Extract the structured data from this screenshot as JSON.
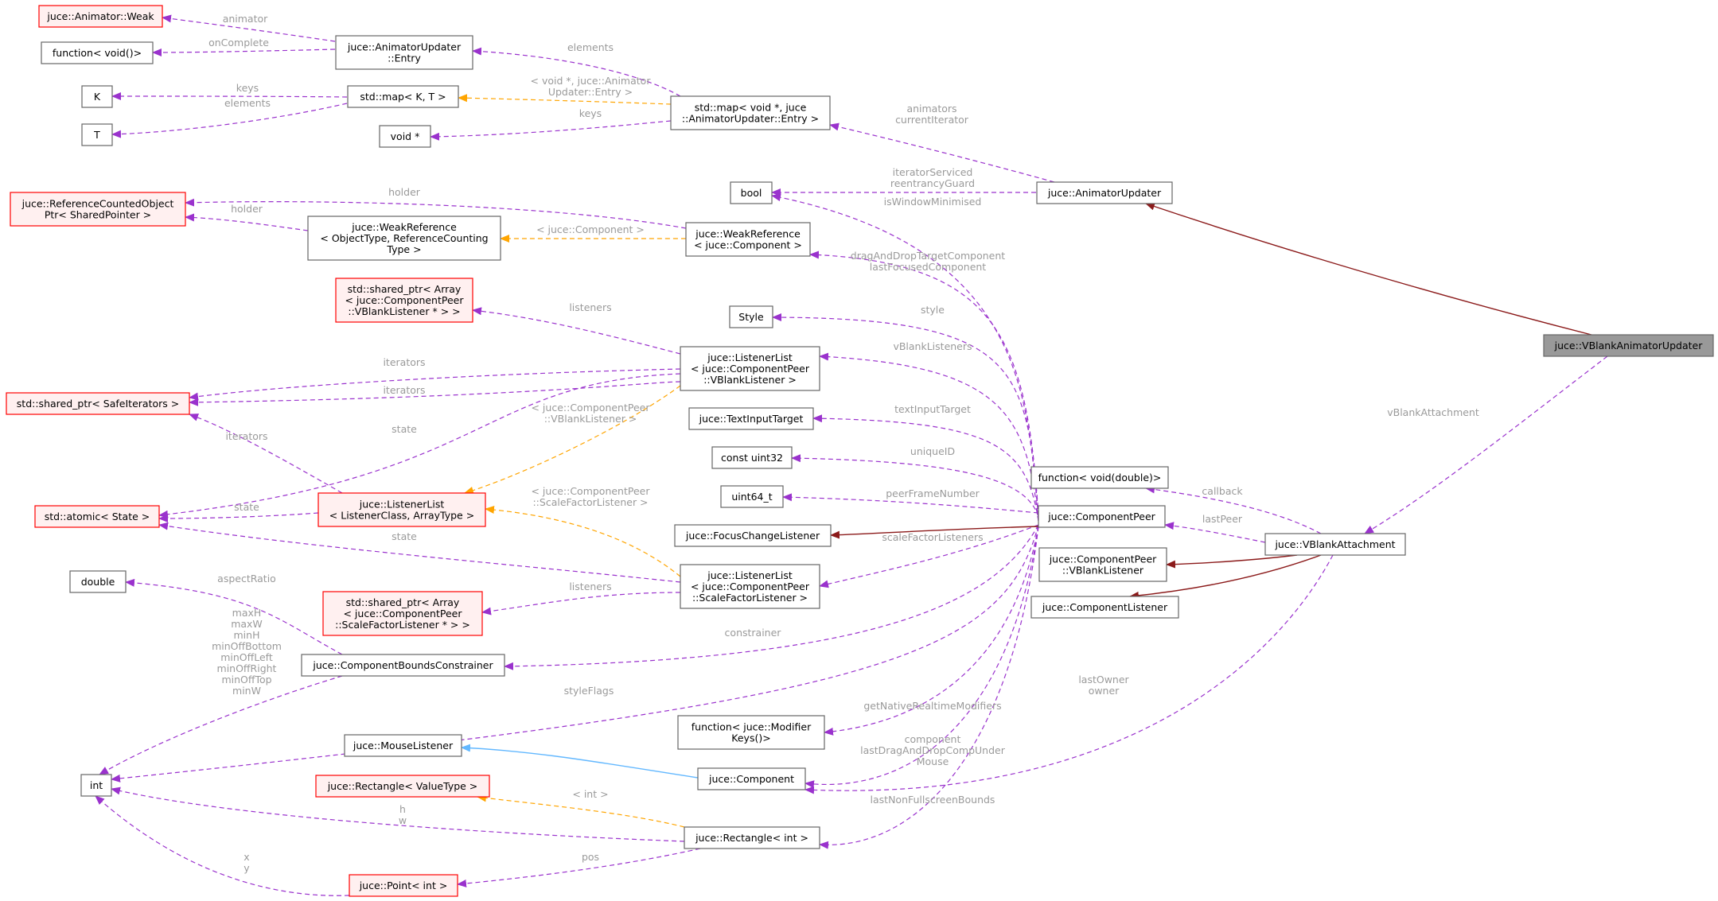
{
  "colors": {
    "member": "#9a32cd",
    "template": "#ffa500",
    "public": "#8b1a1a",
    "protected": "#63b8ff",
    "label": "#9a9a9a",
    "node_border": "#666666",
    "node_fill": "#ffffff",
    "undoc_border": "#ff0000",
    "undoc_fill": "#fff0f0",
    "focus_fill": "#999999",
    "focus_border": "#666666"
  },
  "nodes": {
    "animatorWeak": {
      "lines": [
        "juce::Animator::Weak"
      ],
      "kind": "undoc"
    },
    "functionVoid": {
      "lines": [
        "function< void()>"
      ],
      "kind": "normal"
    },
    "auEntry": {
      "lines": [
        "juce::AnimatorUpdater",
        "::Entry"
      ],
      "kind": "normal"
    },
    "K": {
      "lines": [
        "K"
      ],
      "kind": "normal"
    },
    "stdmapKT": {
      "lines": [
        "std::map< K, T >"
      ],
      "kind": "normal"
    },
    "T": {
      "lines": [
        "T"
      ],
      "kind": "normal"
    },
    "voidPtr": {
      "lines": [
        "void *"
      ],
      "kind": "normal"
    },
    "stdmapVoid": {
      "lines": [
        "std::map< void *, juce",
        "::AnimatorUpdater::Entry >"
      ],
      "kind": "normal"
    },
    "bool": {
      "lines": [
        "bool"
      ],
      "kind": "normal"
    },
    "animatorUpdater": {
      "lines": [
        "juce::AnimatorUpdater"
      ],
      "kind": "normal"
    },
    "refCounted": {
      "lines": [
        "juce::ReferenceCountedObject",
        "Ptr< SharedPointer >"
      ],
      "kind": "undoc"
    },
    "weakRefTemplate": {
      "lines": [
        "juce::WeakReference",
        "< ObjectType, ReferenceCounting",
        "Type >"
      ],
      "kind": "normal"
    },
    "weakRefComponent": {
      "lines": [
        "juce::WeakReference",
        "< juce::Component >"
      ],
      "kind": "normal"
    },
    "sharedPtrVBlank": {
      "lines": [
        "std::shared_ptr< Array",
        "< juce::ComponentPeer",
        "::VBlankListener * > >"
      ],
      "kind": "undoc"
    },
    "style": {
      "lines": [
        "Style"
      ],
      "kind": "normal"
    },
    "vBlankAnimatorUpdater": {
      "lines": [
        "juce::VBlankAnimatorUpdater"
      ],
      "kind": "focus"
    },
    "sharedPtrSafe": {
      "lines": [
        "std::shared_ptr< SafeIterators >"
      ],
      "kind": "undoc"
    },
    "listenerListVBlank": {
      "lines": [
        "juce::ListenerList",
        "< juce::ComponentPeer",
        "::VBlankListener >"
      ],
      "kind": "normal"
    },
    "textInputTarget": {
      "lines": [
        "juce::TextInputTarget"
      ],
      "kind": "normal"
    },
    "constUint32": {
      "lines": [
        "const uint32"
      ],
      "kind": "normal"
    },
    "functionVoidDouble": {
      "lines": [
        "function< void(double)>"
      ],
      "kind": "normal"
    },
    "uint64": {
      "lines": [
        "uint64_t"
      ],
      "kind": "normal"
    },
    "stdAtomic": {
      "lines": [
        "std::atomic< State >"
      ],
      "kind": "undoc"
    },
    "listenerListTemplate": {
      "lines": [
        "juce::ListenerList",
        "< ListenerClass, ArrayType >"
      ],
      "kind": "undoc"
    },
    "componentPeer": {
      "lines": [
        "juce::ComponentPeer"
      ],
      "kind": "normal"
    },
    "focusChange": {
      "lines": [
        "juce::FocusChangeListener"
      ],
      "kind": "normal"
    },
    "vBlankAttachment": {
      "lines": [
        "juce::VBlankAttachment"
      ],
      "kind": "normal"
    },
    "cpVBlankListener": {
      "lines": [
        "juce::ComponentPeer",
        "::VBlankListener"
      ],
      "kind": "normal"
    },
    "double": {
      "lines": [
        "double"
      ],
      "kind": "normal"
    },
    "listenerListScale": {
      "lines": [
        "juce::ListenerList",
        "< juce::ComponentPeer",
        "::ScaleFactorListener >"
      ],
      "kind": "normal"
    },
    "componentListener": {
      "lines": [
        "juce::ComponentListener"
      ],
      "kind": "normal"
    },
    "sharedPtrScale": {
      "lines": [
        "std::shared_ptr< Array",
        "< juce::ComponentPeer",
        "::ScaleFactorListener * > >"
      ],
      "kind": "undoc"
    },
    "boundsConstrainer": {
      "lines": [
        "juce::ComponentBoundsConstrainer"
      ],
      "kind": "normal"
    },
    "functionModifier": {
      "lines": [
        "function< juce::Modifier",
        "Keys()>"
      ],
      "kind": "normal"
    },
    "mouseListener": {
      "lines": [
        "juce::MouseListener"
      ],
      "kind": "normal"
    },
    "int": {
      "lines": [
        "int"
      ],
      "kind": "normal"
    },
    "rectangleTemplate": {
      "lines": [
        "juce::Rectangle< ValueType >"
      ],
      "kind": "undoc"
    },
    "component": {
      "lines": [
        "juce::Component"
      ],
      "kind": "normal"
    },
    "rectangleInt": {
      "lines": [
        "juce::Rectangle< int >"
      ],
      "kind": "normal"
    },
    "pointInt": {
      "lines": [
        "juce::Point< int >"
      ],
      "kind": "undoc"
    }
  },
  "edge_labels": {
    "animator": [
      "animator"
    ],
    "onComplete": [
      "onComplete"
    ],
    "elements1": [
      "elements"
    ],
    "keysK": [
      "keys"
    ],
    "elementsT": [
      "elements"
    ],
    "voidEntryTpl": [
      "< void *, juce::Animator",
      "Updater::Entry >"
    ],
    "keysVoid": [
      "keys"
    ],
    "animators": [
      "animators",
      "currentIterator"
    ],
    "iteratorServiced": [
      "iteratorServiced",
      "reentrancyGuard"
    ],
    "isWindowMinimised": [
      "isWindowMinimised"
    ],
    "holder1": [
      "holder"
    ],
    "holder2": [
      "holder"
    ],
    "componentTpl": [
      "< juce::Component >"
    ],
    "dragAndDrop": [
      "dragAndDropTargetComponent",
      "lastFocusedComponent"
    ],
    "listeners1": [
      "listeners"
    ],
    "styleLbl": [
      "style"
    ],
    "iterators1": [
      "iterators"
    ],
    "vBlankListeners": [
      "vBlankListeners"
    ],
    "vBlankAttachmentLbl": [
      "vBlankAttachment"
    ],
    "iterators2": [
      "iterators"
    ],
    "vBlankTpl": [
      "< juce::ComponentPeer",
      "::VBlankListener >"
    ],
    "textInputTargetLbl": [
      "textInputTarget"
    ],
    "stateTop": [
      "state"
    ],
    "iterators3": [
      "iterators"
    ],
    "uniqueID": [
      "uniqueID"
    ],
    "callback": [
      "callback"
    ],
    "peerFrameNumber": [
      "peerFrameNumber"
    ],
    "scaleTpl": [
      "< juce::ComponentPeer",
      "::ScaleFactorListener >"
    ],
    "state2": [
      "state"
    ],
    "lastPeer": [
      "lastPeer"
    ],
    "state3": [
      "state"
    ],
    "scaleFactorListeners": [
      "scaleFactorListeners"
    ],
    "aspectRatio": [
      "aspectRatio"
    ],
    "listeners2": [
      "listeners"
    ],
    "constrainer": [
      "constrainer"
    ],
    "minmax": [
      "maxH",
      "maxW",
      "minH",
      "minOffBottom",
      "minOffLeft",
      "minOffRight",
      "minOffTop",
      "minW"
    ],
    "lastOwner": [
      "lastOwner",
      "owner"
    ],
    "styleFlags": [
      "styleFlags"
    ],
    "getNativeRealtime": [
      "getNativeRealtimeModifiers"
    ],
    "componentLbl": [
      "component",
      "lastDragAndDropCompUnder",
      "Mouse"
    ],
    "intTpl": [
      "< int >"
    ],
    "lastNonFullscreen": [
      "lastNonFullscreenBounds"
    ],
    "hw": [
      "h",
      "w"
    ],
    "pos": [
      "pos"
    ],
    "xy": [
      "x",
      "y"
    ]
  }
}
